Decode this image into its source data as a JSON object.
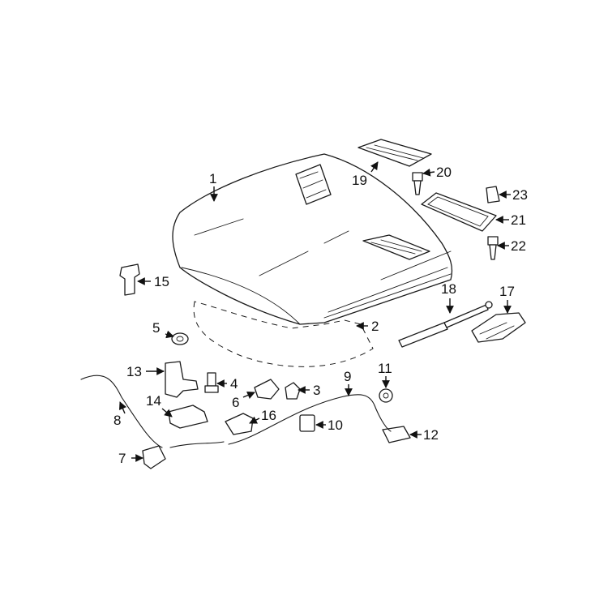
{
  "callouts": [
    {
      "id": "1",
      "text": "1"
    },
    {
      "id": "2",
      "text": "2"
    },
    {
      "id": "3",
      "text": "3"
    },
    {
      "id": "4",
      "text": "4"
    },
    {
      "id": "5",
      "text": "5"
    },
    {
      "id": "6",
      "text": "6"
    },
    {
      "id": "7",
      "text": "7"
    },
    {
      "id": "8",
      "text": "8"
    },
    {
      "id": "9",
      "text": "9"
    },
    {
      "id": "10",
      "text": "10"
    },
    {
      "id": "11",
      "text": "11"
    },
    {
      "id": "12",
      "text": "12"
    },
    {
      "id": "13",
      "text": "13"
    },
    {
      "id": "14",
      "text": "14"
    },
    {
      "id": "15",
      "text": "15"
    },
    {
      "id": "16",
      "text": "16"
    },
    {
      "id": "17",
      "text": "17"
    },
    {
      "id": "18",
      "text": "18"
    },
    {
      "id": "19",
      "text": "19"
    },
    {
      "id": "20",
      "text": "20"
    },
    {
      "id": "21",
      "text": "21"
    },
    {
      "id": "22",
      "text": "22"
    },
    {
      "id": "23",
      "text": "23"
    }
  ],
  "colors": {
    "line": "#1a1a1a",
    "background": "#ffffff"
  }
}
